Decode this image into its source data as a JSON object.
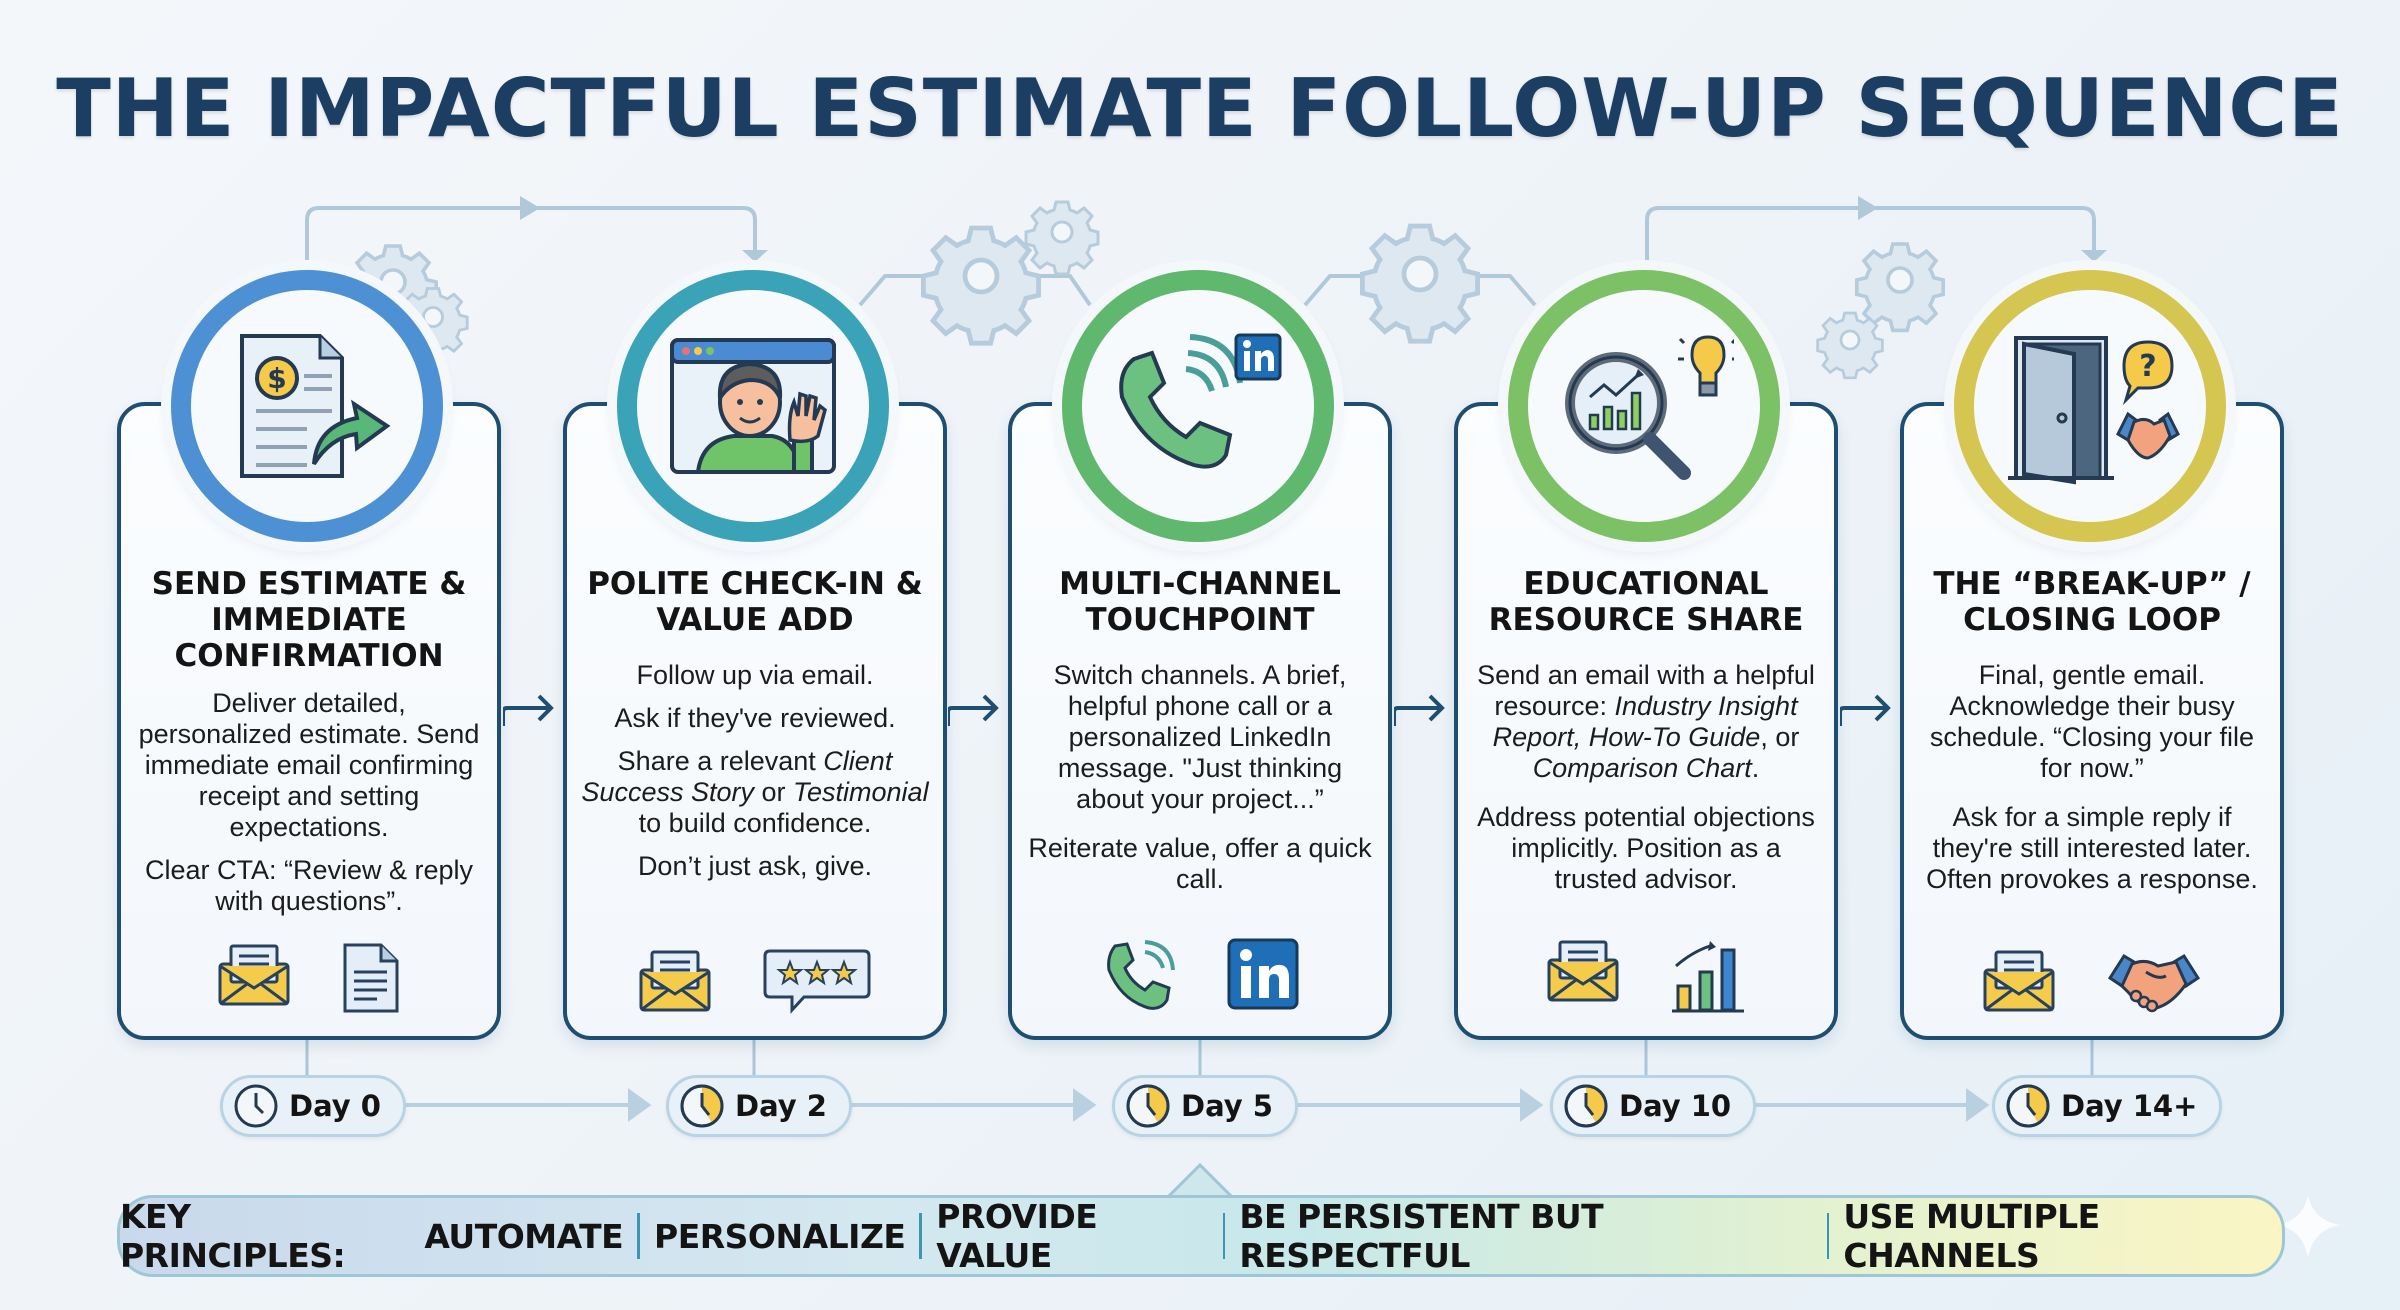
{
  "title": "THE IMPACTFUL ESTIMATE FOLLOW-UP SEQUENCE",
  "steps": [
    {
      "title": "SEND ESTIMATE & IMMEDIATE CONFIRMATION",
      "paragraphs": [
        "Deliver detailed, personalized estimate. Send immediate email confirming receipt and setting expectations.",
        "Clear CTA: “Review & reply with questions”."
      ],
      "hero_icon": "estimate-document-send-icon",
      "footer_icons": [
        "envelope-icon",
        "document-icon"
      ],
      "ring_color": "#4a90d0",
      "day": "Day 0"
    },
    {
      "title": "POLITE CHECK-IN & VALUE ADD",
      "paragraphs": [
        "Follow up via email.",
        "Ask if they've reviewed.",
        "Share a relevant |Client Success Story| or |Testimonial| to build confidence.",
        "Don’t just ask, give."
      ],
      "hero_icon": "video-call-waving-person-icon",
      "footer_icons": [
        "envelope-icon",
        "star-review-bubble-icon"
      ],
      "ring_color": "#3fa6b6",
      "day": "Day 2"
    },
    {
      "title": "MULTI-CHANNEL TOUCHPOINT",
      "paragraphs": [
        "Switch channels. A brief, helpful phone call or a personalized LinkedIn message. \"Just thinking about your project...”",
        "Reiterate value, offer a quick call."
      ],
      "hero_icon": "phone-linkedin-icon",
      "footer_icons": [
        "phone-icon",
        "linkedin-icon"
      ],
      "ring_color": "#5cb870",
      "day": "Day 5"
    },
    {
      "title": "EDUCATIONAL RESOURCE SHARE",
      "paragraphs": [
        "Send an email with a helpful resource: |Industry Insight Report, How-To Guide|, or |Comparison Chart|.",
        "Address potential objections implicitly. Position as a trusted advisor."
      ],
      "hero_icon": "magnifier-chart-lightbulb-icon",
      "footer_icons": [
        "envelope-icon",
        "bar-chart-icon"
      ],
      "ring_color": "#7cc262",
      "day": "Day 10"
    },
    {
      "title": "THE “BREAK-UP” / CLOSING LOOP",
      "paragraphs": [
        "Final, gentle email. Acknowledge their busy schedule. “Closing your file for now.”",
        "Ask for a simple reply if they're still interested later. Often provokes a response."
      ],
      "hero_icon": "open-door-handshake-icon",
      "footer_icons": [
        "envelope-icon",
        "handshake-icon"
      ],
      "ring_color": "#d9c84a",
      "day": "Day 14+"
    }
  ],
  "principles": {
    "label": "KEY PRINCIPLES:",
    "items": [
      "AUTOMATE",
      "PERSONALIZE",
      "PROVIDE VALUE",
      "BE PERSISTENT BUT RESPECTFUL",
      "USE MULTIPLE CHANNELS"
    ]
  },
  "colors": {
    "title": "#1d3e63",
    "card_border": "#1f4e73",
    "connector": "#a9c6da",
    "accent_yellow": "#f3c94a",
    "accent_green": "#5cb870"
  }
}
